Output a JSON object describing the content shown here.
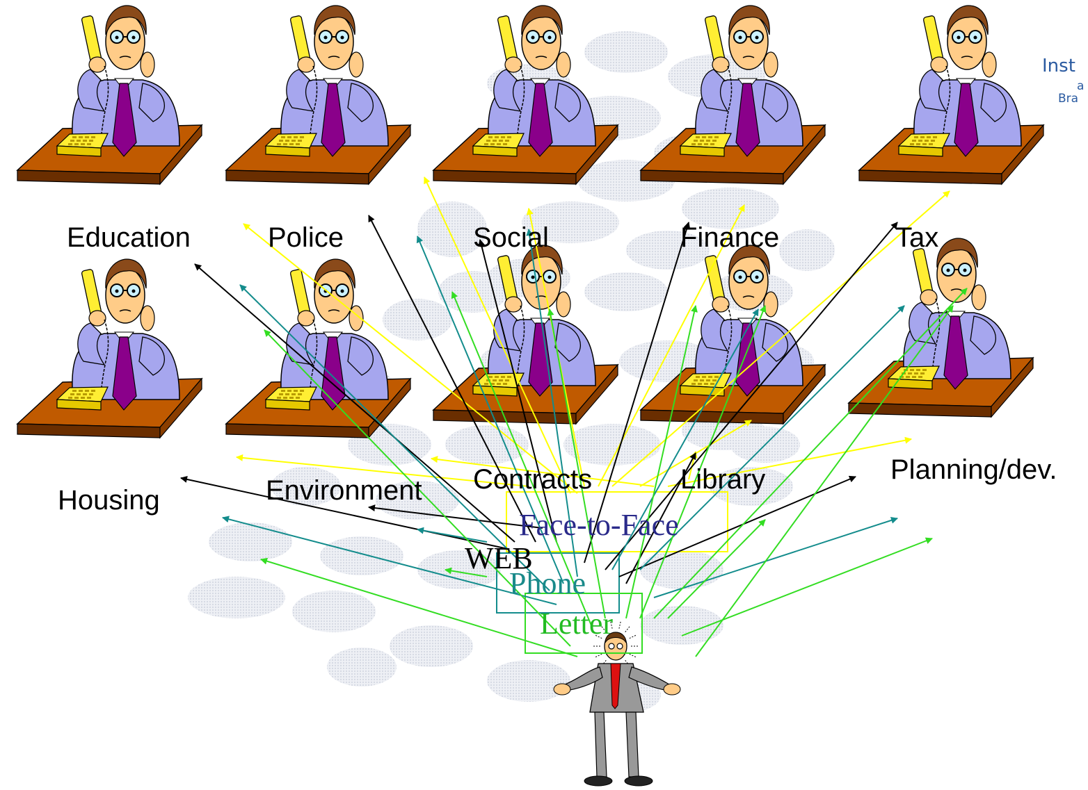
{
  "departments_top": [
    "Education",
    "Police",
    "Social",
    "Finance",
    "Tax"
  ],
  "departments_bottom": [
    "Housing",
    "Environment",
    "Contracts",
    "Library",
    "Planning/dev."
  ],
  "channels": {
    "face": "Face-to-Face",
    "web": "WEB",
    "phone": "Phone",
    "letter": "Letter"
  },
  "logo": {
    "line1": "Inst",
    "line2": "a",
    "line3": "Bra"
  },
  "icons": {
    "clerk": "clerk-at-desk-on-phone-icon",
    "citizen": "confused-citizen-icon"
  },
  "colors": {
    "desk": "#c05a00",
    "desk_edge": "#6a2e00",
    "shirt": "#a6a6ee",
    "tie": "#8a008a",
    "phone": "#ffee33",
    "face": "#ffcc88",
    "hair": "#8a4a1a",
    "bg_blob": "#e5e8ef",
    "face_channel": "#ffff00",
    "web_channel": "#000000",
    "phone_channel": "#138c8c",
    "letter_channel": "#33dd22",
    "face_text": "#2a2a8a",
    "phone_text": "#1a8a8a",
    "letter_text": "#22bb22",
    "logo": "#2a5aa0"
  }
}
